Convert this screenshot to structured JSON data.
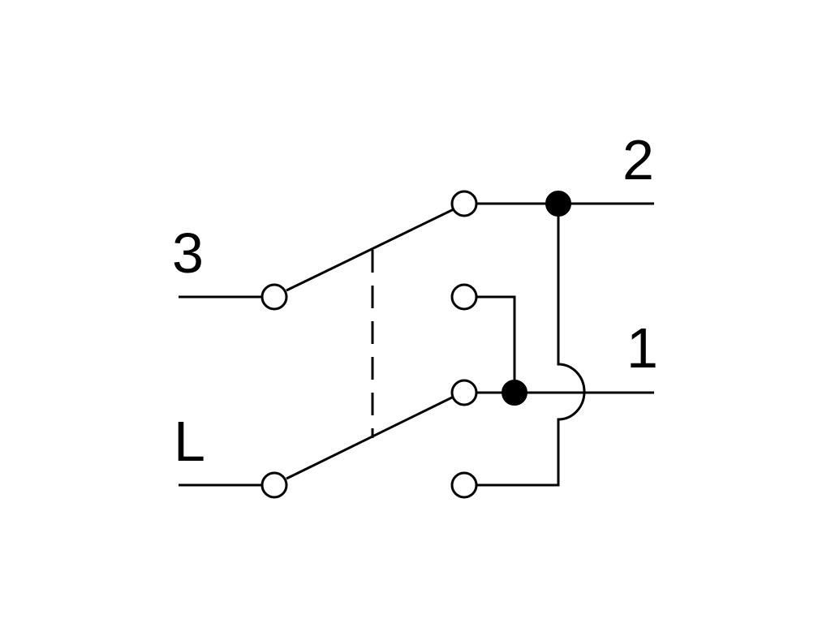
{
  "labels": {
    "terminal_3": "3",
    "terminal_L": "L",
    "terminal_2": "2",
    "terminal_1": "1"
  },
  "colors": {
    "line": "#000000",
    "background": "#ffffff"
  }
}
